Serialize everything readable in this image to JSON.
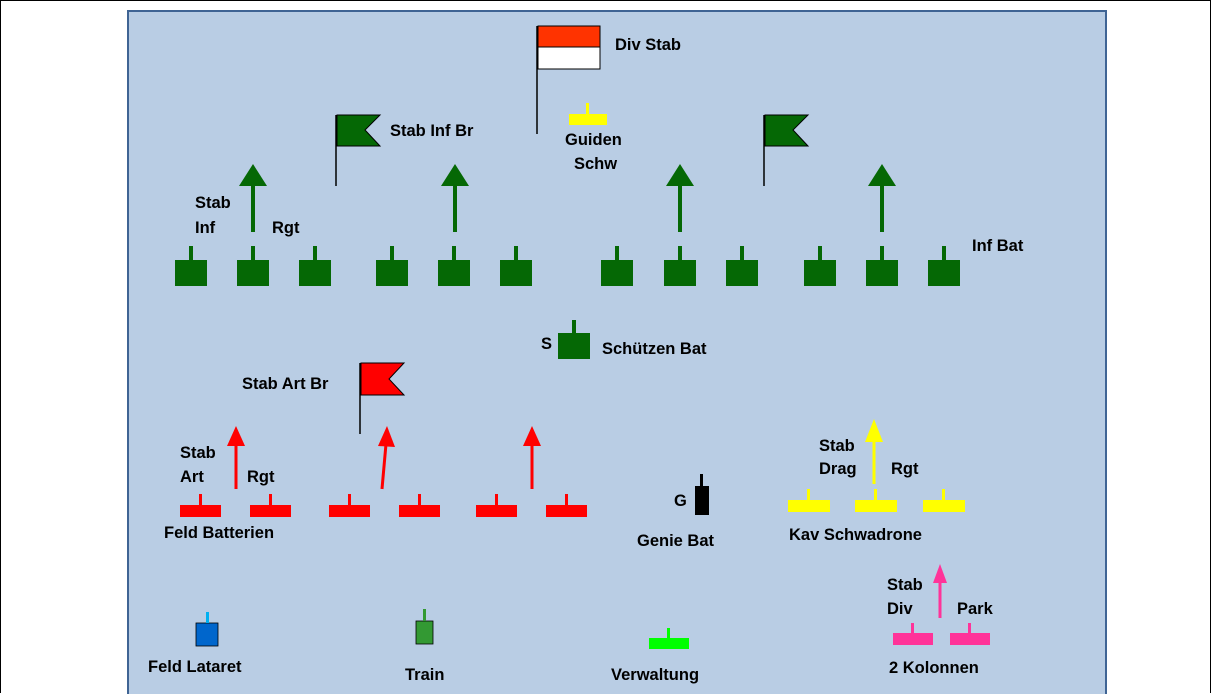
{
  "labels": {
    "div_stab": "Div Stab",
    "stab_inf_br": "Stab Inf Br",
    "guiden": "Guiden",
    "schw": "Schw",
    "stab_1": "Stab",
    "inf": "Inf",
    "rgt_1": "Rgt",
    "inf_bat": "Inf Bat",
    "s": "S",
    "schuetzen_bat": "Schützen Bat",
    "stab_art_br": "Stab Art Br",
    "stab_2": "Stab",
    "art": "Art",
    "rgt_2": "Rgt",
    "feld_batterien": "Feld Batterien",
    "g": "G",
    "genie_bat": "Genie Bat",
    "stab_3": "Stab",
    "drag": "Drag",
    "rgt_3": "Rgt",
    "kav_schwadrone": "Kav Schwadrone",
    "stab_4": "Stab",
    "div": "Div",
    "park": "Park",
    "kolonnen": "2 Kolonnen",
    "feld_lataret": "Feld Lataret",
    "train": "Train",
    "verwaltung": "Verwaltung"
  },
  "colors": {
    "background": "#b9cde4",
    "border": "#3f6494",
    "infantry": "#056805",
    "artillery": "#ff0000",
    "cavalry": "#ffff00",
    "engineer": "#000000",
    "park": "#ff3399",
    "medical": "#0066cc",
    "train": "#339933",
    "administration": "#00ff00"
  }
}
